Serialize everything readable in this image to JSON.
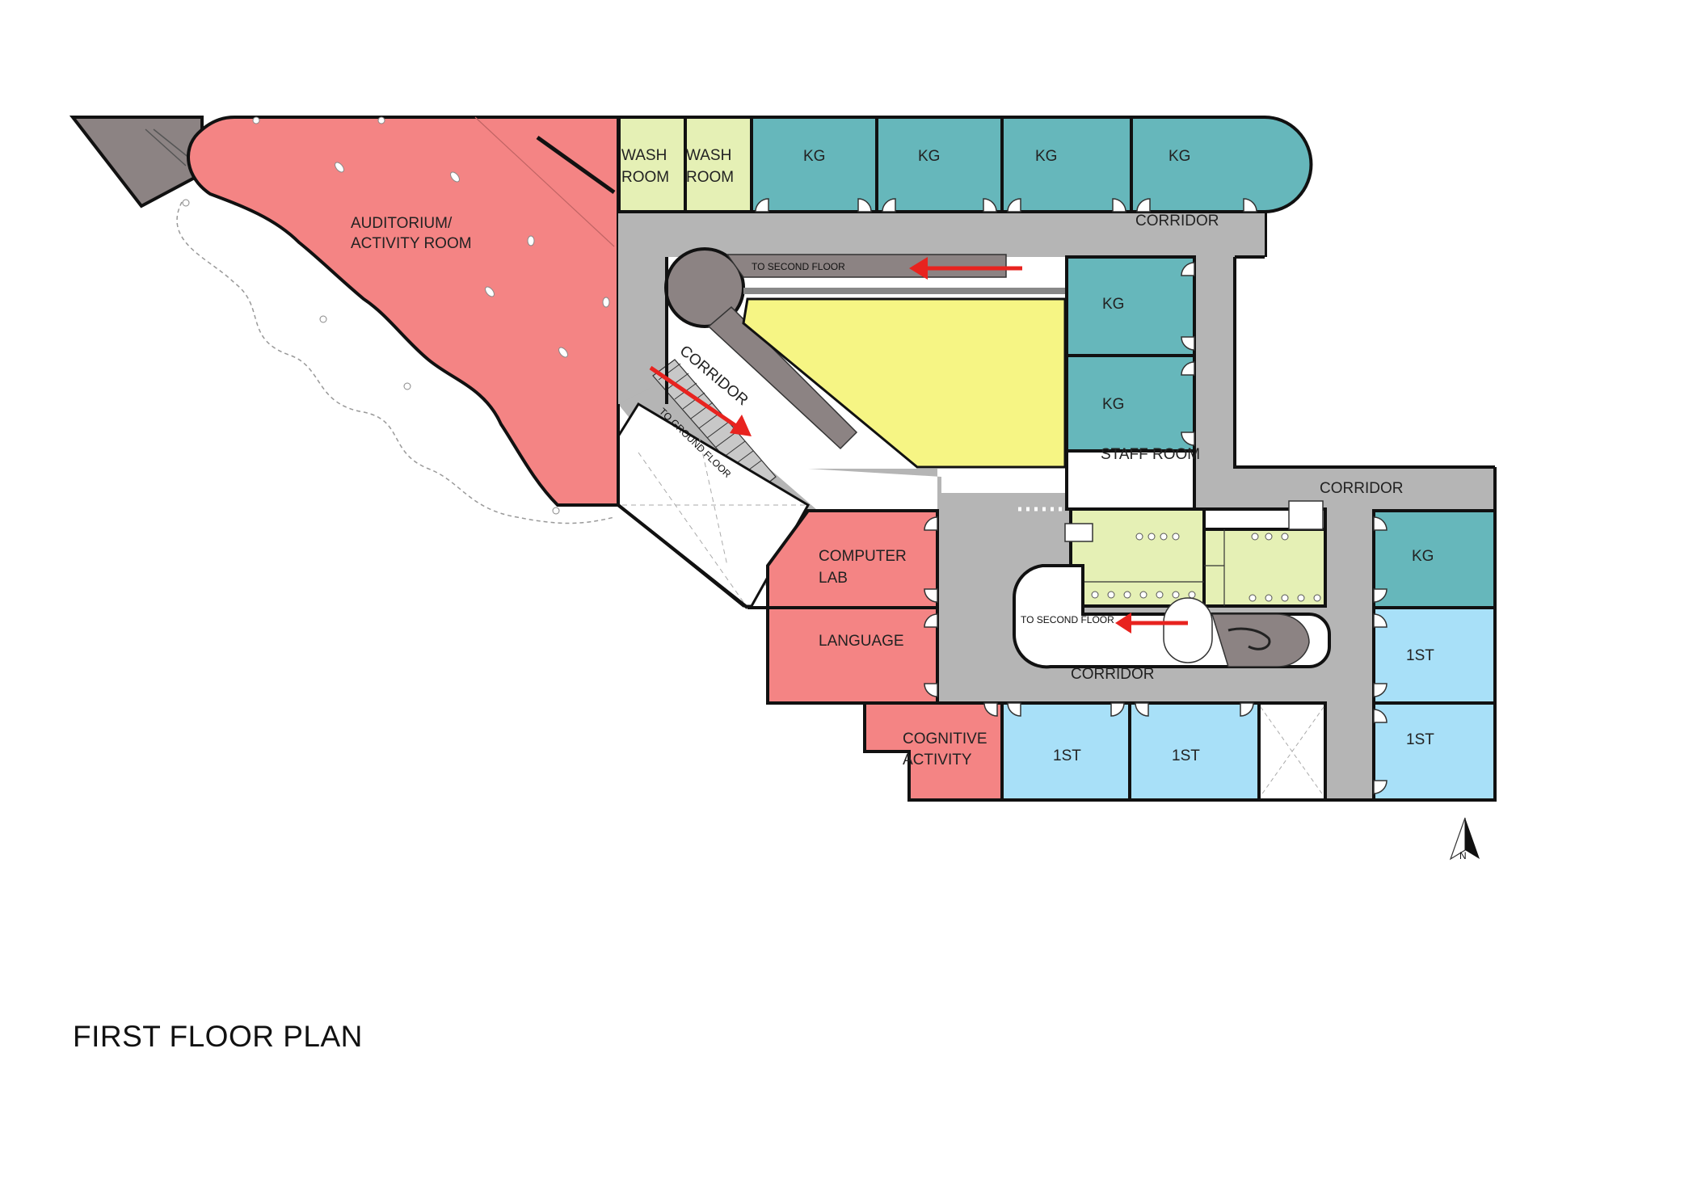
{
  "title": "FIRST FLOOR PLAN",
  "colors": {
    "activity_red": "#f48484",
    "kg_teal": "#66b7bb",
    "first_std_blue": "#a8e0f8",
    "wash_green": "#e5f0b5",
    "court_yellow": "#f6f584",
    "corridor_grey": "#b5b5b5",
    "stair_grey": "#8c8383",
    "arrow_red": "#e8231f",
    "wall_black": "#111111"
  },
  "rooms": {
    "auditorium_line1": "AUDITORIUM/",
    "auditorium_line2": "ACTIVITY ROOM",
    "wash1_line1": "WASH",
    "wash1_line2": "ROOM",
    "wash2_line1": "WASH",
    "wash2_line2": "ROOM",
    "kg": "KG",
    "staff_room": "STAFF ROOM",
    "computer_line1": "COMPUTER",
    "computer_line2": "LAB",
    "language": "LANGUAGE",
    "cognitive_line1": "COGNITIVE",
    "cognitive_line2": "ACTIVITY",
    "first_std": "1ST"
  },
  "corridor": "CORRIDOR",
  "stairs": {
    "to_second_floor": "TO SECOND FLOOR",
    "to_ground_floor": "TO GROUND FLOOR"
  },
  "north": "N"
}
